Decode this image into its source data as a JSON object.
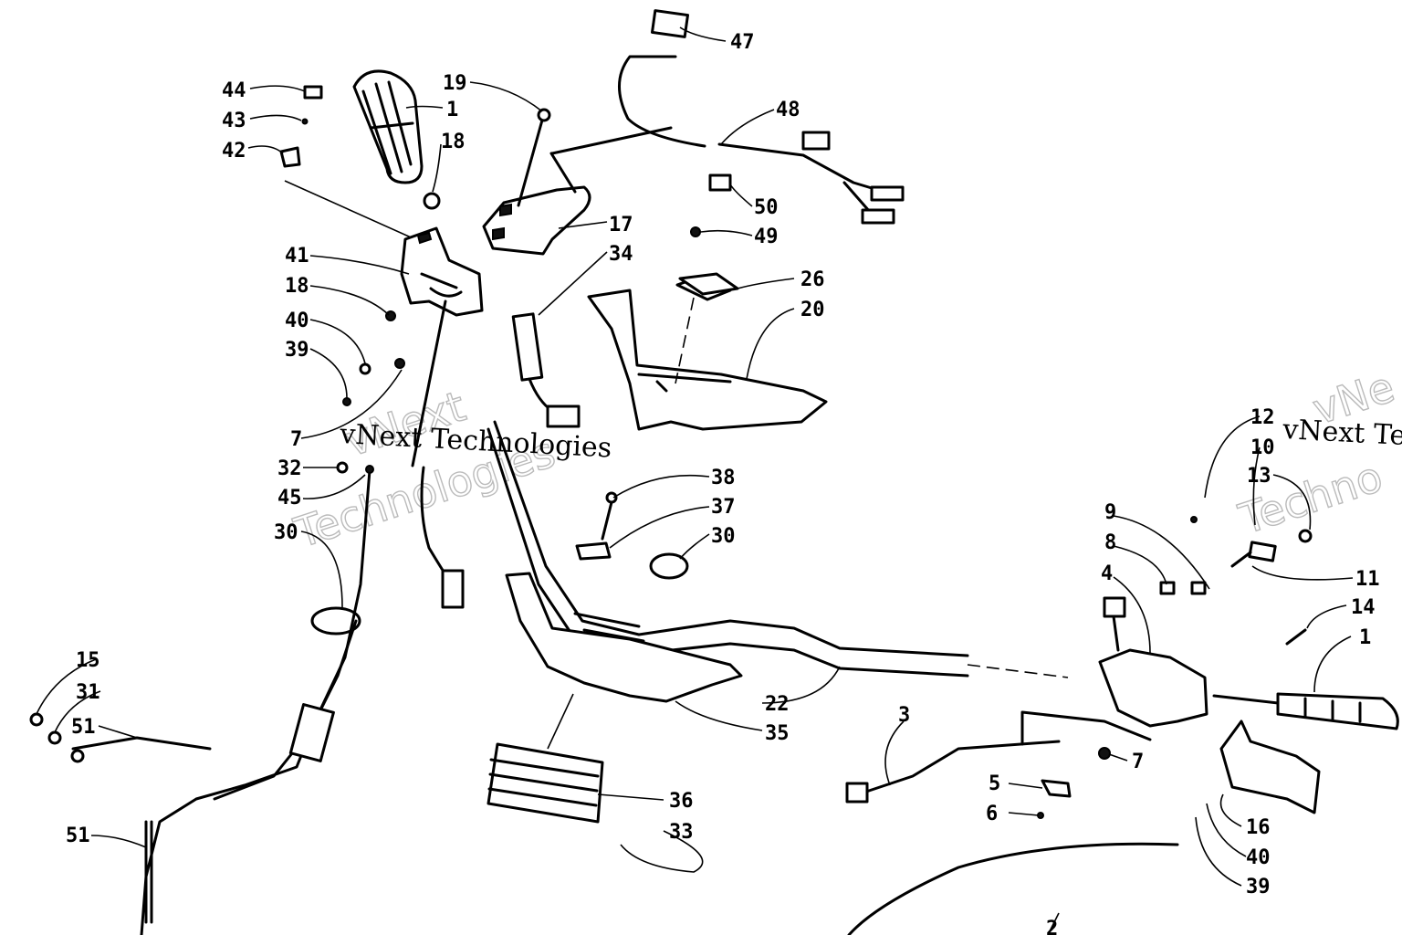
{
  "labels": {
    "l1a": "1",
    "l1b": "1",
    "l2": "2",
    "l3": "3",
    "l4": "4",
    "l5": "5",
    "l6": "6",
    "l7a": "7",
    "l7b": "7",
    "l8": "8",
    "l9": "9",
    "l10": "10",
    "l11": "11",
    "l12": "12",
    "l13": "13",
    "l14": "14",
    "l15": "15",
    "l16": "16",
    "l17": "17",
    "l18a": "18",
    "l18b": "18",
    "l19": "19",
    "l20": "20",
    "l22": "22",
    "l26": "26",
    "l30a": "30",
    "l30b": "30",
    "l31": "31",
    "l32": "32",
    "l33": "33",
    "l34": "34",
    "l35": "35",
    "l36": "36",
    "l37": "37",
    "l38": "38",
    "l39a": "39",
    "l39b": "39",
    "l40a": "40",
    "l40b": "40",
    "l41": "41",
    "l42": "42",
    "l43": "43",
    "l44": "44",
    "l45": "45",
    "l47": "47",
    "l48": "48",
    "l49": "49",
    "l50": "50",
    "l51a": "51",
    "l51b": "51"
  },
  "watermark": {
    "line1": "vNext Technologies",
    "line2": "vNext Te",
    "ghost1": "vNext",
    "ghost2": "Technologies",
    "ghost3": "vNe",
    "ghost4": "Techno"
  }
}
